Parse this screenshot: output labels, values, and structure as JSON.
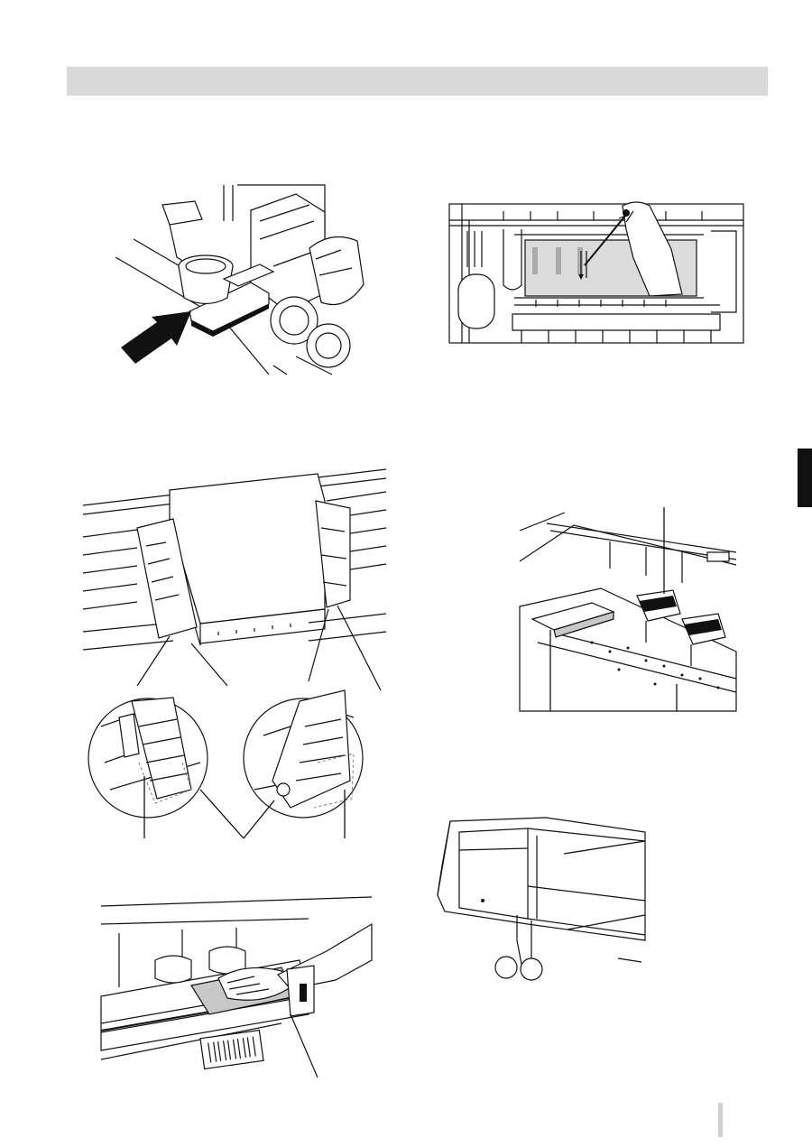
{
  "header": {
    "bar_color": "#d9d9d9"
  },
  "side_tab": {
    "color": "#111111"
  },
  "figures": [
    {
      "id": "ink-cap-assembly",
      "icon": "arrow-pointer"
    },
    {
      "id": "carriage-head-cleaning-top",
      "icon": "hand-with-swab"
    },
    {
      "id": "print-head-carriage-closeup",
      "icon": "magnified-detail-circles"
    },
    {
      "id": "media-clamp-platen",
      "icon": "callout-lines"
    },
    {
      "id": "platen-wipe",
      "icon": "hand-with-cloth"
    },
    {
      "id": "printer-front-cover",
      "icon": "callout-lines"
    }
  ]
}
